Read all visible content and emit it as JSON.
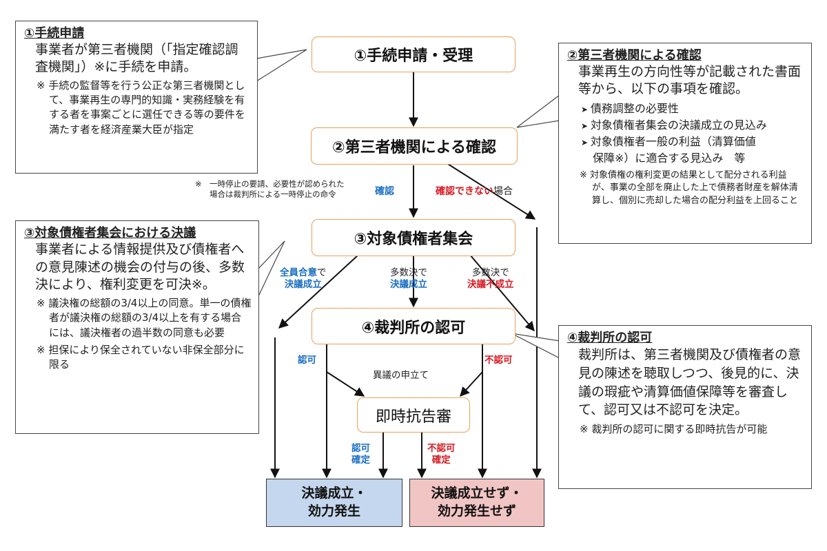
{
  "colors": {
    "step_border": "#e8a05a",
    "blue_text": "#1a6fc2",
    "red_text": "#d71920",
    "result_ok_fill": "#c5d7ee",
    "result_ng_fill": "#f1c5c4"
  },
  "steps": {
    "s1": "①手続申請・受理",
    "s2": "②第三者機関による確認",
    "s3": "③対象債権者集会",
    "s4": "④裁判所の認可",
    "appeal": "即時抗告審"
  },
  "results": {
    "ok_line1": "決議成立・",
    "ok_line2": "効力発生",
    "ng_line1": "決議成立せず・",
    "ng_line2": "効力発生せず"
  },
  "edge_labels": {
    "note_line1": "※　一時停止の要請、必要性が認められた",
    "note_line2": "場合は裁判所による一時停止の命令",
    "confirmed": "確認",
    "not_confirmed_red": "確認できない",
    "not_confirmed_suffix": "場合",
    "unanimous_blue": "全員合意",
    "unanimous_suffix": "で",
    "resolution_passed": "決議成立",
    "majority": "多数決で",
    "resolution_failed": "決議不成立",
    "approved": "認可",
    "not_approved": "不認可",
    "objection": "異議の申立て",
    "approved_final_1": "認可",
    "approved_final_2": "確定",
    "not_approved_final_1": "不認可",
    "not_approved_final_2": "確定"
  },
  "callouts": {
    "c1": {
      "title": "①手続申請",
      "body": "事業者が第三者機関（「指定確認調査機関」）※に手続を申請。",
      "note": "※ 手続の監督等を行う公正な第三者機関として、事業再生の専門的知識・実務経験を有する者を事案ごとに選任できる等の要件を満たす者を経済産業大臣が指定"
    },
    "c2": {
      "title": "②第三者機関による確認",
      "body": "事業再生の方向性等が記載された書面等から、以下の事項を確認。",
      "bullet1": "債務調整の必要性",
      "bullet2": "対象債権者集会の決議成立の見込み",
      "bullet3": "対象債権者一般の利益（清算価値",
      "bullet3b": "保障※）に適合する見込み　等",
      "note": "※ 対象債権の権利変更の結果として配分される利益が、事業の全部を廃止した上で債務者財産を解体清算し、個別に売却した場合の配分利益を上回ること"
    },
    "c3": {
      "title": "③対象債権者集会における決議",
      "body": "事業者による情報提供及び債権者への意見陳述の機会の付与の後、多数決により、権利変更を可決※。",
      "note1": "※ 議決権の総額の3/4以上の同意。単一の債権者が議決権の総額の3/4以上を有する場合には、議決権者の過半数の同意も必要",
      "note2": "※ 担保により保全されていない非保全部分に限る"
    },
    "c4": {
      "title": "④裁判所の認可",
      "body": "裁判所は、第三者機関及び債権者の意見の陳述を聴取しつつ、後見的に、決議の瑕疵や清算価値保障等を審査して、認可又は不認可を決定。",
      "note": "※ 裁判所の認可に関する即時抗告が可能"
    }
  }
}
